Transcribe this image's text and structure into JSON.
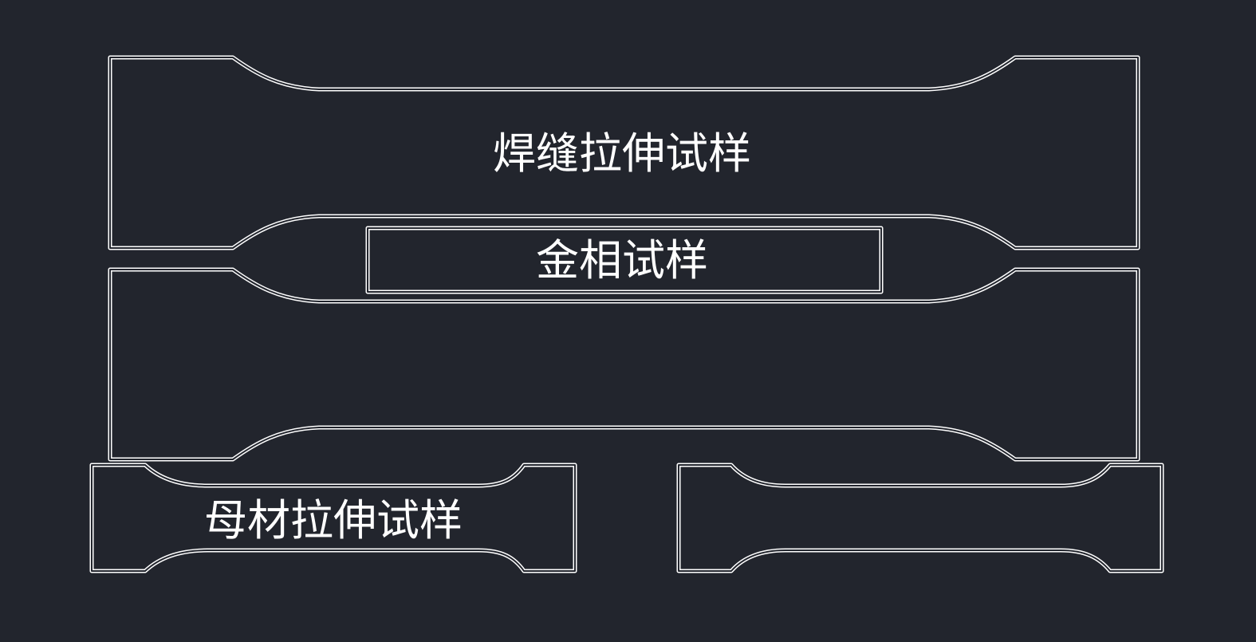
{
  "colors": {
    "background": "#22252d",
    "line": "#ffffff"
  },
  "labels": {
    "weld_tensile": "焊缝拉伸试样",
    "metallographic": "金相试样",
    "base_tensile": "母材拉伸试样"
  }
}
